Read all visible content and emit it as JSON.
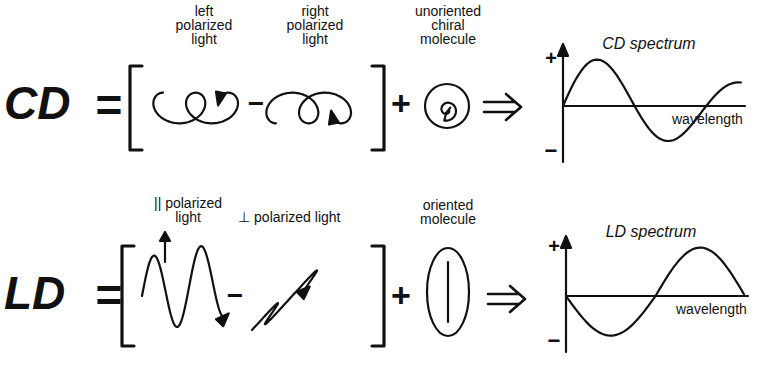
{
  "diagram": {
    "labels": [
      "left polarized light",
      "right polarized light",
      "unoriented chiral molecule",
      "CD spectrum",
      "CD",
      "=",
      "−",
      "+",
      "+",
      "wavelength",
      "−",
      "|| polarized light",
      "⊥ polarized light",
      "oriented molecule",
      "LD spectrum",
      "LD",
      "=",
      "−",
      "+",
      "+",
      "wavelength",
      "−"
    ]
  }
}
